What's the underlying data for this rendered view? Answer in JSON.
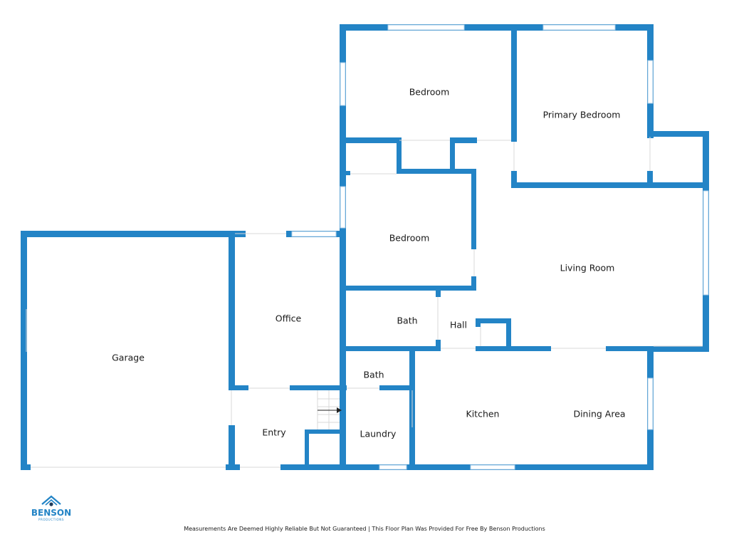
{
  "rooms": {
    "bedroom_1": "Bedroom",
    "primary_bedroom": "Primary Bedroom",
    "bedroom_2": "Bedroom",
    "living_room": "Living Room",
    "office": "Office",
    "garage": "Garage",
    "bath_1": "Bath",
    "hall": "Hall",
    "bath_2": "Bath",
    "entry": "Entry",
    "laundry": "Laundry",
    "kitchen": "Kitchen",
    "dining_area": "Dining Area"
  },
  "logo": {
    "name": "BENSON",
    "sub": "PRODUCTIONS"
  },
  "footer": {
    "disclaimer": "Measurements Are Deemed Highly Reliable But Not Guaranteed | This Floor Plan Was Provided For Free By Benson Productions"
  },
  "colors": {
    "wall": "#2384c6",
    "window": "#a9cde8"
  }
}
